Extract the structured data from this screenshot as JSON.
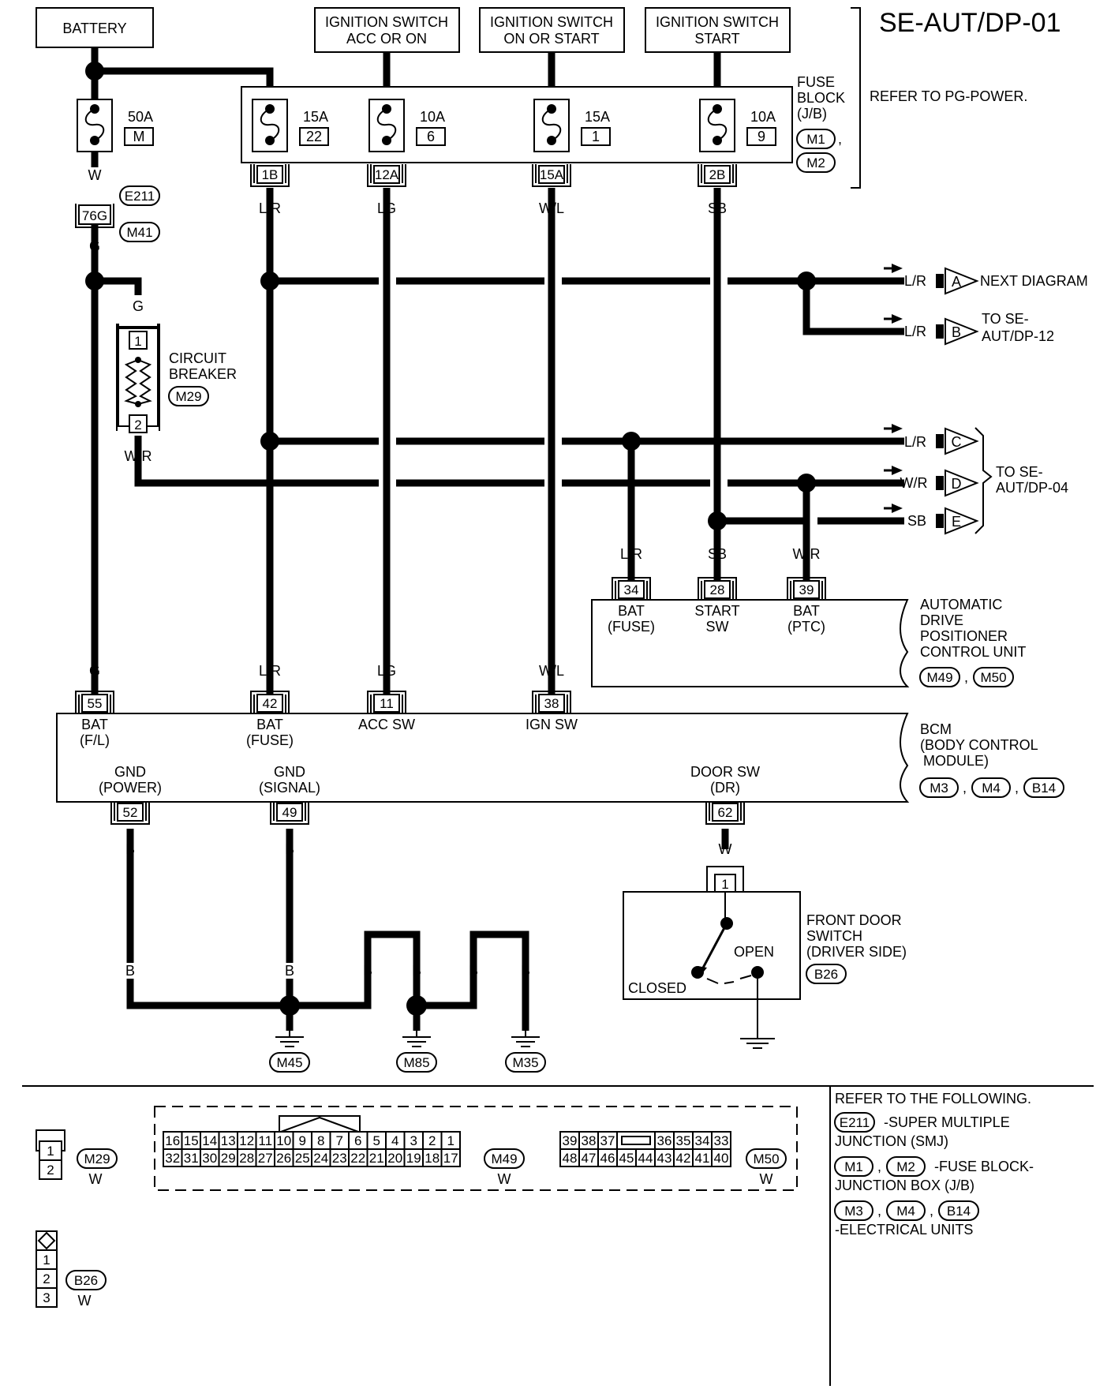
{
  "page_title": "SE-AUT/DP-01",
  "power_sources": {
    "battery": "BATTERY",
    "ign_acc_on": [
      "IGNITION SWITCH",
      "ACC OR ON"
    ],
    "ign_on_start": [
      "IGNITION SWITCH",
      "ON OR START"
    ],
    "ign_start": [
      "IGNITION SWITCH",
      "START"
    ]
  },
  "fuse_block": {
    "title": [
      "FUSE",
      "BLOCK",
      "(J/B)"
    ],
    "refs": [
      "M1",
      "M2"
    ],
    "note": "REFER TO PG-POWER."
  },
  "fuses": [
    {
      "amp": "50A",
      "id": "M"
    },
    {
      "amp": "15A",
      "id": "22"
    },
    {
      "amp": "10A",
      "id": "6"
    },
    {
      "amp": "15A",
      "id": "1"
    },
    {
      "amp": "10A",
      "id": "9"
    }
  ],
  "fuse_terminals": [
    "1B",
    "12A",
    "15A",
    "2B"
  ],
  "junction": {
    "terminal": "76G",
    "refs": [
      "E211",
      "M41"
    ]
  },
  "circuit_breaker": {
    "label": [
      "CIRCUIT",
      "BREAKER"
    ],
    "ref": "M29",
    "pins": [
      "1",
      "2"
    ]
  },
  "wire_colors": {
    "battery_out": "W",
    "g": "G",
    "lr": "L/R",
    "lg": "LG",
    "wl": "W/L",
    "sb": "SB",
    "wr": "W/R",
    "b": "B",
    "w": "W"
  },
  "connectors": {
    "a": {
      "letter": "A",
      "label": "NEXT DIAGRAM"
    },
    "b": {
      "letter": "B",
      "label": [
        "TO SE-",
        "AUT/DP-12"
      ]
    },
    "c": {
      "letter": "C"
    },
    "d": {
      "letter": "D"
    },
    "e": {
      "letter": "E"
    },
    "cde_label": [
      "TO SE-",
      "AUT/DP-04"
    ]
  },
  "adp_unit": {
    "label": [
      "AUTOMATIC",
      "DRIVE",
      "POSITIONER",
      "CONTROL UNIT"
    ],
    "refs": [
      "M49",
      "M50"
    ],
    "pins": [
      {
        "num": "34",
        "name": [
          "BAT",
          "(FUSE)"
        ]
      },
      {
        "num": "28",
        "name": [
          "START",
          "SW"
        ]
      },
      {
        "num": "39",
        "name": [
          "BAT",
          "(PTC)"
        ]
      }
    ]
  },
  "bcm": {
    "label": [
      "BCM",
      "(BODY CONTROL",
      "MODULE)"
    ],
    "refs": [
      "M3",
      "M4",
      "B14"
    ],
    "top_pins": [
      {
        "num": "55",
        "name": [
          "BAT",
          "(F/L)"
        ]
      },
      {
        "num": "42",
        "name": [
          "BAT",
          "(FUSE)"
        ]
      },
      {
        "num": "11",
        "name": [
          "ACC SW"
        ]
      },
      {
        "num": "38",
        "name": [
          "IGN SW"
        ]
      }
    ],
    "bottom_pins": [
      {
        "num": "52",
        "name": [
          "GND",
          "(POWER)"
        ]
      },
      {
        "num": "49",
        "name": [
          "GND",
          "(SIGNAL)"
        ]
      },
      {
        "num": "62",
        "name": [
          "DOOR SW",
          "(DR)"
        ]
      }
    ]
  },
  "door_switch": {
    "label": [
      "FRONT DOOR",
      "SWITCH",
      "(DRIVER SIDE)"
    ],
    "ref": "B26",
    "pin": "1",
    "open": "OPEN",
    "closed": "CLOSED"
  },
  "grounds": [
    "M45",
    "M85",
    "M35"
  ],
  "legend": {
    "m29": {
      "ref": "M29",
      "color": "W",
      "pins": [
        "1",
        "2"
      ]
    },
    "m49": {
      "ref": "M49",
      "color": "W",
      "row1": [
        "16",
        "15",
        "14",
        "13",
        "12",
        "11",
        "10",
        "9",
        "8",
        "7",
        "6",
        "5",
        "4",
        "3",
        "2",
        "1"
      ],
      "row2": [
        "32",
        "31",
        "30",
        "29",
        "28",
        "27",
        "26",
        "25",
        "24",
        "23",
        "22",
        "21",
        "20",
        "19",
        "18",
        "17"
      ]
    },
    "m50": {
      "ref": "M50",
      "color": "W",
      "row1": [
        "39",
        "38",
        "37",
        "",
        "36",
        "35",
        "34",
        "33"
      ],
      "row2": [
        "48",
        "47",
        "46",
        "45",
        "44",
        "43",
        "42",
        "41",
        "40"
      ]
    },
    "b26": {
      "ref": "B26",
      "color": "W",
      "pins": [
        "1",
        "2",
        "3"
      ]
    }
  },
  "references": {
    "heading": "REFER TO THE FOLLOWING.",
    "e211": {
      "ref": "E211",
      "text": [
        "-SUPER MULTIPLE",
        "JUNCTION (SMJ)"
      ]
    },
    "fuse": {
      "refs": [
        "M1",
        "M2"
      ],
      "text": [
        "-FUSE BLOCK-",
        "JUNCTION BOX (J/B)"
      ]
    },
    "units": {
      "refs": [
        "M3",
        "M4",
        "B14"
      ],
      "text": "-ELECTRICAL UNITS"
    }
  }
}
